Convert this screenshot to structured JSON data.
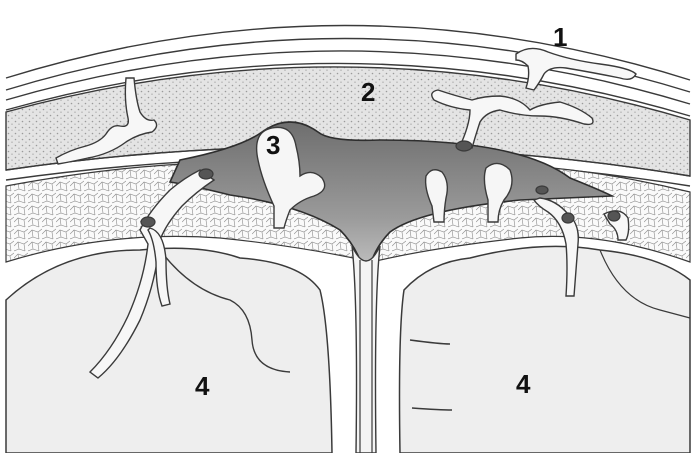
{
  "labels": {
    "one": "1",
    "two": "2",
    "three": "3",
    "four_left": "4",
    "four_right": "4"
  },
  "colors": {
    "outline": "#3a3a3a",
    "bone_fill": "#e2e2e2",
    "bone_dots": "#9a9a9a",
    "sinus_fill": "#8e8e8e",
    "cortex_fill": "#eeeeee",
    "mesh_fill": "#fafafa",
    "vessel_fill": "#f7f7f7"
  }
}
